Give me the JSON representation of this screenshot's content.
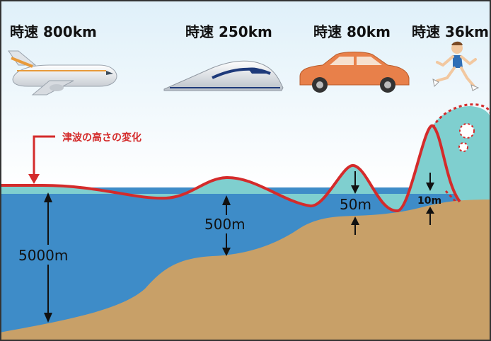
{
  "speeds": {
    "airplane": "時速 800km",
    "train": "時速 250km",
    "car": "時速 80km",
    "runner": "時速 36km"
  },
  "legend": {
    "label": "津波の高さの変化",
    "color": "#d42b2b"
  },
  "depths": {
    "deep": "5000m",
    "mid": "500m",
    "shallow": "50m",
    "coast": "10m"
  },
  "colors": {
    "sky_top": "#dff0f9",
    "sea_deep": "#3e8cc8",
    "sea_surface": "#7fcfcf",
    "seabed": "#c8a068",
    "car_body": "#e8804a",
    "runner_shirt": "#2f6fb6"
  },
  "icons": [
    "airplane-icon",
    "bullet-train-icon",
    "car-icon",
    "runner-icon",
    "breaking-wave-icon"
  ]
}
